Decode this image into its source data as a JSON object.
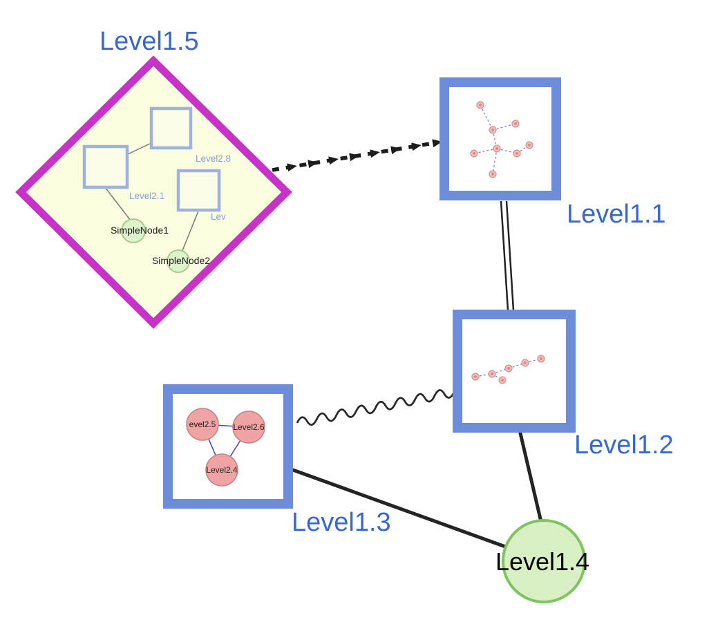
{
  "diagram": {
    "background": "#ffffff",
    "labels": {
      "level1_5": "Level1.5",
      "level1_1": "Level1.1",
      "level1_2": "Level1.2",
      "level1_3": "Level1.3",
      "level1_4": "Level1.4",
      "level2_8": "Level2.8",
      "level2_1": "Level2.1",
      "lev": "Lev",
      "simple_node1": "SimpleNode1",
      "simple_node2": "SimpleNode2",
      "level2_5": "evel2.5",
      "level2_6": "Level2.6",
      "level2_4": "Level2.4"
    },
    "colors": {
      "label_blue": "#3768d2",
      "inner_label_blue": "#8b9fd4",
      "diamond_stroke": "#c733c7",
      "diamond_fill": "#fcffdf",
      "group_box_stroke": "#6d8cd9",
      "inner_square_stroke": "#9fb1de",
      "green_fill": "#d8f0c4",
      "green_stroke": "#7fc45f",
      "pink_fill": "#f0a3a3",
      "pink_stroke": "#c97f7f",
      "edge_black": "#242424",
      "mini_edge_blue": "#7b7bd2"
    },
    "edges": [
      {
        "from": "Level1.5",
        "to": "Level1.1",
        "style": "thick-dashed-arrow-chain"
      },
      {
        "from": "Level1.1",
        "to": "Level1.2",
        "style": "double-line"
      },
      {
        "from": "Level1.2",
        "to": "Level1.3",
        "style": "wavy"
      },
      {
        "from": "Level1.2",
        "to": "Level1.4",
        "style": "solid"
      },
      {
        "from": "Level1.3",
        "to": "Level1.4",
        "style": "solid"
      }
    ],
    "group_contents": {
      "level1_5": [
        "Level2.8",
        "Level2.1",
        "Lev",
        "SimpleNode1",
        "SimpleNode2"
      ],
      "level1_3": [
        "evel2.5",
        "Level2.6",
        "Level2.4"
      ]
    }
  }
}
